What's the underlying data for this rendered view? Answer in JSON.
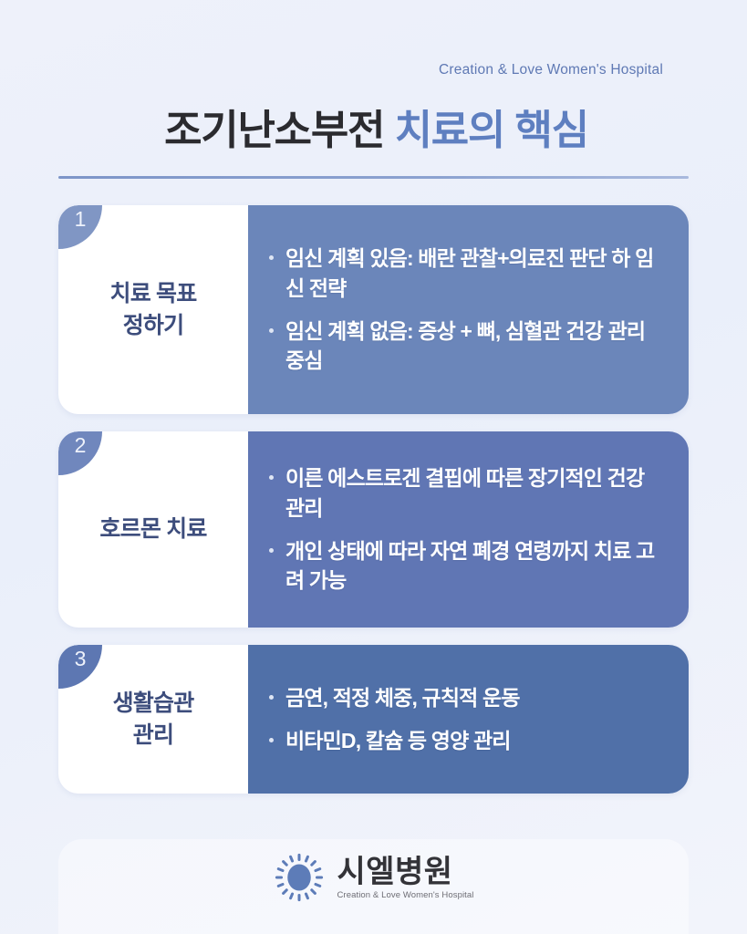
{
  "header": {
    "brand_line": "Creation & Love Women's Hospital",
    "title_part_dark": "조기난소부전",
    "title_part_blue": "치료의 핵심"
  },
  "cards": [
    {
      "number": "1",
      "label": "치료 목표\n정하기",
      "label_line1": "치료 목표",
      "label_line2": "정하기",
      "panel_color": "#6b86ba",
      "badge_color": "#8096c4",
      "bullets": [
        "임신 계획 있음: 배란 관찰+의료진 판단 하 임신 전략",
        "임신 계획 없음: 증상 + 뼈, 심혈관 건강 관리 중심"
      ]
    },
    {
      "number": "2",
      "label": "호르몬 치료",
      "label_line1": "호르몬 치료",
      "label_line2": "",
      "panel_color": "#6076b4",
      "badge_color": "#7087bd",
      "bullets": [
        "이른 에스트로겐 결핍에 따른 장기적인 건강 관리",
        "개인 상태에 따라 자연 폐경 연령까지 치료 고려 가능"
      ]
    },
    {
      "number": "3",
      "label": "생활습관\n관리",
      "label_line1": "생활습관",
      "label_line2": "관리",
      "panel_color": "#5070a8",
      "badge_color": "#5d77b2",
      "bullets": [
        "금연, 적정 체중, 규칙적 운동",
        "비타민D, 칼슘 등 영양 관리"
      ]
    }
  ],
  "footer": {
    "logo_icon": "sun-icon",
    "logo_korean": "시엘병원",
    "logo_english": "Creation & Love Women's Hospital"
  },
  "colors": {
    "background": "#eef1fa",
    "accent_blue": "#5e7fc0",
    "title_dark": "#2b2b2f",
    "label_blue": "#3d4d7c"
  }
}
